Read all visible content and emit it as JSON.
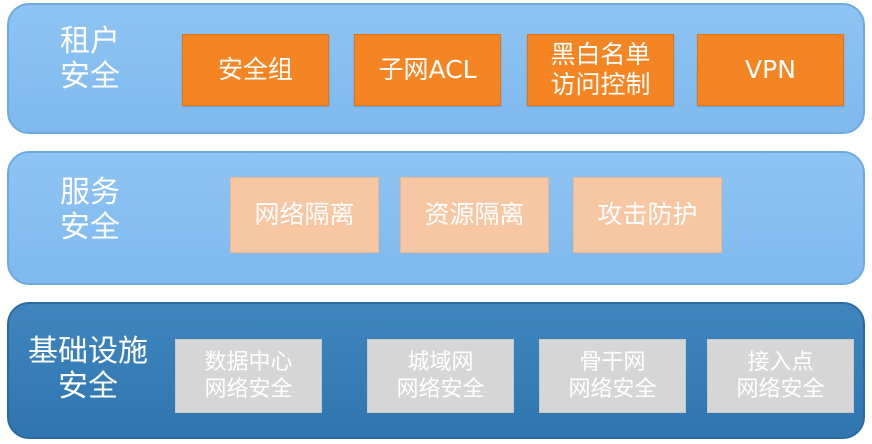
{
  "layers": {
    "tenant": {
      "title_lines": [
        "租户",
        "安全"
      ],
      "boxes": [
        {
          "lines": [
            "安全组"
          ]
        },
        {
          "lines": [
            "子网ACL"
          ]
        },
        {
          "lines": [
            "黑白名单",
            "访问控制"
          ]
        },
        {
          "lines": [
            "VPN"
          ]
        }
      ]
    },
    "service": {
      "title_lines": [
        "服务",
        "安全"
      ],
      "boxes": [
        {
          "lines": [
            "网络隔离"
          ]
        },
        {
          "lines": [
            "资源隔离"
          ]
        },
        {
          "lines": [
            "攻击防护"
          ]
        }
      ]
    },
    "infrastructure": {
      "title_lines": [
        "基础设施",
        "安全"
      ],
      "boxes": [
        {
          "lines": [
            "数据中心",
            "网络安全"
          ]
        },
        {
          "lines": [
            "城域网",
            "网络安全"
          ]
        },
        {
          "lines": [
            "骨干网",
            "网络安全"
          ]
        },
        {
          "lines": [
            "接入点",
            "网络安全"
          ]
        }
      ]
    }
  },
  "colors": {
    "light_layer": "#8ec4f3",
    "dark_layer": "#2f76b0",
    "orange_box": "#f58522",
    "peach_box": "#f7c6a2",
    "gray_box": "#d6d6d6",
    "text": "#ffffff"
  }
}
